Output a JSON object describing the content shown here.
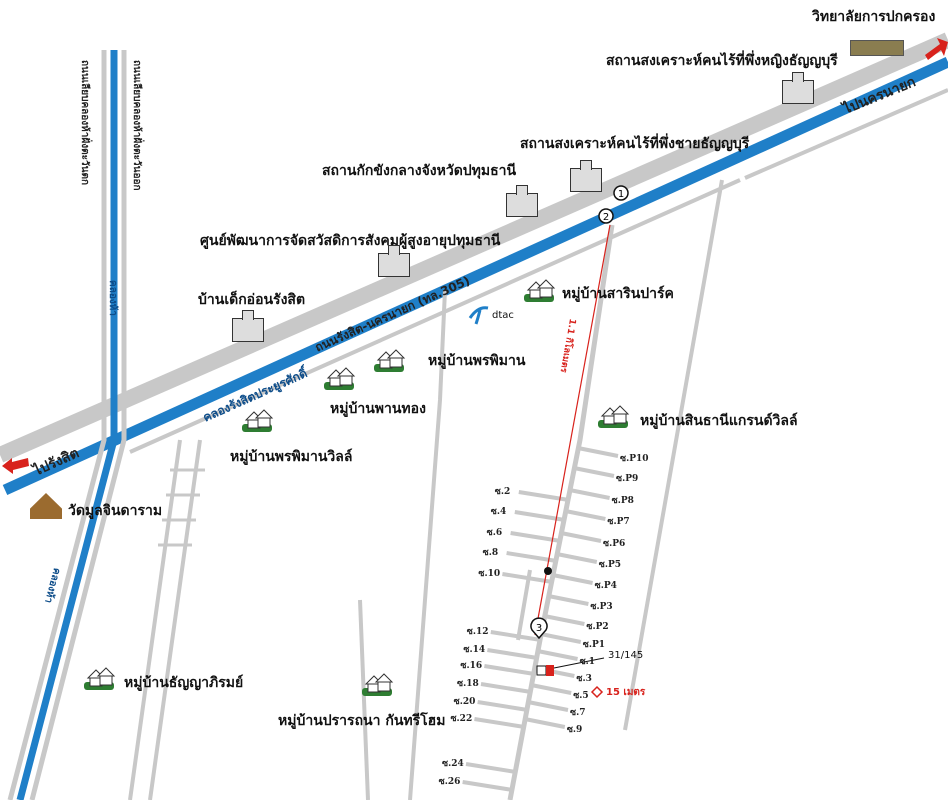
{
  "landmarks": {
    "college": "วิทยาลัยการปกครอง",
    "women_shelter": "สถานสงเคราะห์คนไร้ที่พึ่งหญิงธัญญบุรี",
    "men_shelter": "สถานสงเคราะห์คนไร้ที่พึ่งชายธัญญบุรี",
    "detention": "สถานกักขังกลางจังหวัดปทุมธานี",
    "elderly_center": "ศูนย์พัฒนาการจัดสวัสดิการสังคมผู้สูงอายุปทุมธานี",
    "baby_home": "บ้านเด็กอ่อนรังสิต",
    "temple": "วัดมูลจินดาราม",
    "dtac": "dtac"
  },
  "villages": {
    "sarin_park": "หมู่บ้านสารินปาร์ค",
    "pornpiman": "หมู่บ้านพรพิมาน",
    "panthong": "หมู่บ้านพานทอง",
    "pornpiman_ville": "หมู่บ้านพรพิมานวิลล์",
    "sinthani": "หมู่บ้านสินธานีแกรนด์วิลล์",
    "thanyapirom": "หมู่บ้านธัญญาภิรมย์",
    "prartthana": "หมู่บ้านปรารถนา กันทรีโฮม"
  },
  "roads": {
    "to_nakhonnayok": "ไปนครนายก",
    "to_rangsit": "ไปรังสิต",
    "main_road": "ถนนรังสิต-นครนายก (ทล.305)",
    "canal": "คลองรังสิตประยูรศักดิ์",
    "road_west": "ถนนเลียบคลองห้าฝั่งตะวันตก",
    "road_east": "ถนนเลียบคลองห้าฝั่งตะวันออก",
    "canal5_north": "คลองห้า",
    "canal5_south": "คลองห้า",
    "distance": "1.1 กิโลเมตร",
    "walk": "15 เมตร",
    "house_no": "31/145"
  },
  "markers": [
    "1",
    "2",
    "3"
  ],
  "sois_left": [
    "ซ.2",
    "ซ.4",
    "ซ.6",
    "ซ.8",
    "ซ.10",
    "ซ.12",
    "ซ.14",
    "ซ.16",
    "ซ.18",
    "ซ.20",
    "ซ.22",
    "ซ.24",
    "ซ.26"
  ],
  "sois_right": [
    "ซ.P10",
    "ซ.P9",
    "ซ.P8",
    "ซ.P7",
    "ซ.P6",
    "ซ.P5",
    "ซ.P4",
    "ซ.P3",
    "ซ.P2",
    "ซ.P1",
    "ซ.1",
    "ซ.3",
    "ซ.5",
    "ซ.7",
    "ซ.9"
  ],
  "colors": {
    "canal": "#1f7fc8",
    "road": "#c8c8c8",
    "arrow": "#d8221c",
    "village": "#2e7d32"
  }
}
